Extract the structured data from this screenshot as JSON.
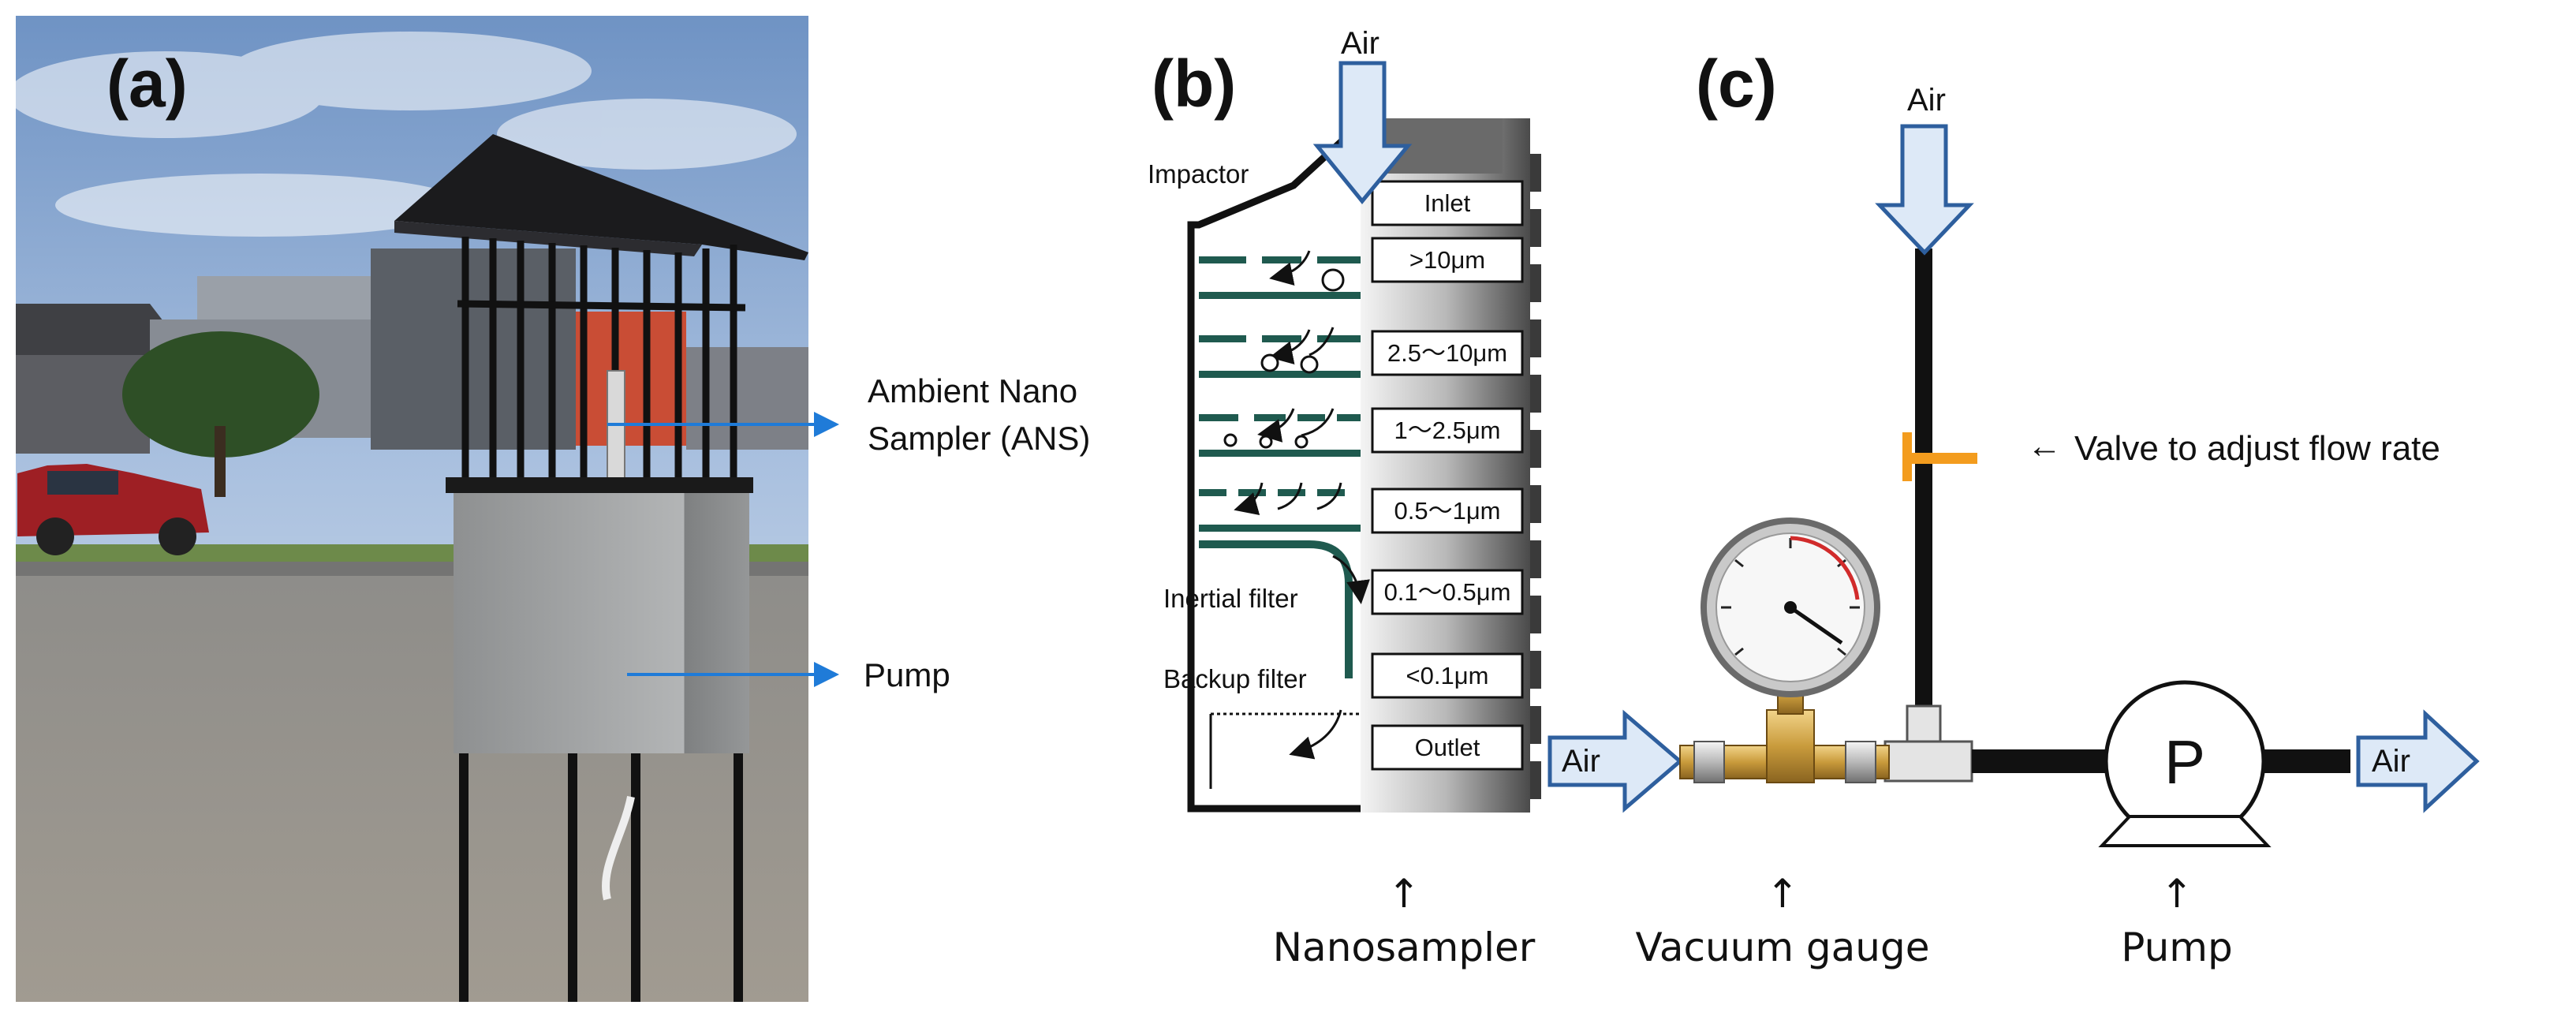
{
  "panels": {
    "a": "(a)",
    "b": "(b)",
    "c": "(c)"
  },
  "photo": {
    "ans_label_line1": "Ambient Nano",
    "ans_label_line2": "Sampler (ANS)",
    "pump_label": "Pump"
  },
  "nanosampler": {
    "air_in": "Air",
    "impactor": "Impactor",
    "inertial_filter": "Inertial filter",
    "backup_filter": "Backup filter",
    "stages": [
      "Inlet",
      ">10μm",
      "2.5〜10μm",
      "1〜2.5μm",
      "0.5〜1μm",
      "0.1〜0.5μm",
      "<0.1μm",
      "Outlet"
    ],
    "air_out": "Air"
  },
  "system": {
    "air_top": "Air",
    "valve_label": "Valve to adjust flow  rate",
    "pump_symbol": "P",
    "air_exit": "Air"
  },
  "captions": {
    "nanosampler": "Nanosampler",
    "vacuum_gauge": "Vacuum gauge",
    "pump": "Pump",
    "arrow_up": "↑",
    "arrow_left": "←"
  },
  "colors": {
    "air_arrow_fill": "#dde9f7",
    "air_arrow_stroke": "#2e5f9e",
    "label_line": "#1f7bd8",
    "filter_teal": "#1f5a4f",
    "valve_orange": "#f39c1e",
    "pipe": "#111111"
  }
}
